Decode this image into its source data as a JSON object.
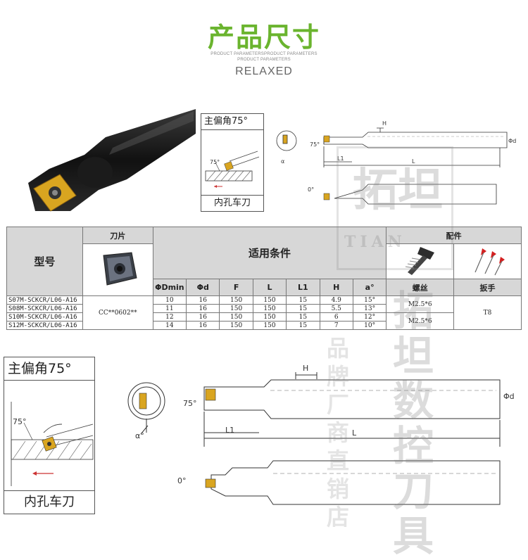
{
  "header": {
    "title": "产品尺寸",
    "sub_line_1": "PRODUCT PARAMETERSPRODUCT PARAMETERS",
    "sub_line_2": "PRODUCT PARAMETERS",
    "relaxed": "RELAXED"
  },
  "angle_box_small": {
    "title": "主偏角75°",
    "angle_label": "75°",
    "footer": "内孔车刀"
  },
  "angle_box_large": {
    "title": "主偏角75°",
    "angle_label": "75°",
    "footer": "内孔车刀"
  },
  "drawing_small": {
    "label_h": "H",
    "label_phi_d": "Φd",
    "label_l1": "L1",
    "label_l": "L",
    "label_75": "75°",
    "label_alpha": "α",
    "label_zero": "0°"
  },
  "drawing_large": {
    "label_h": "H",
    "label_phi_d": "Φd",
    "label_l1": "L1",
    "label_l": "L",
    "label_75": "75°",
    "label_alpha": "α°",
    "label_zero": "0°"
  },
  "table": {
    "col_model": "型号",
    "col_insert": "刀片",
    "col_conditions": "适用条件",
    "col_parts": "配件",
    "sub_headers": [
      "ΦDmin",
      "Φd",
      "F",
      "L",
      "L1",
      "H",
      "a°"
    ],
    "col_screw": "螺丝",
    "col_wrench": "扳手",
    "insert_code": "CC**0602**",
    "rows": [
      {
        "model": "S07M-SCKCR/L06-A16",
        "dmin": "10",
        "d": "16",
        "f": "150",
        "l": "150",
        "l1": "15",
        "h": "4.9",
        "a": "15°"
      },
      {
        "model": "S08M-SCKCR/L06-A16",
        "dmin": "11",
        "d": "16",
        "f": "150",
        "l": "150",
        "l1": "15",
        "h": "5.5",
        "a": "13°"
      },
      {
        "model": "S10M-SCKCR/L06-A16",
        "dmin": "12",
        "d": "16",
        "f": "150",
        "l": "150",
        "l1": "15",
        "h": "6",
        "a": "12°"
      },
      {
        "model": "S12M-SCKCR/L06-A16",
        "dmin": "14",
        "d": "16",
        "f": "150",
        "l": "150",
        "l1": "15",
        "h": "7",
        "a": "10°"
      }
    ],
    "screw_1": "M2.5*6",
    "screw_2": "M2.5*6",
    "wrench": "T8"
  },
  "watermark": {
    "line_a": "拓坦数控刀具",
    "line_b": "品牌厂商直销店",
    "logo_latin": "TIAN",
    "logo_cn": "拓坦"
  },
  "colors": {
    "title_green": "#6ab42e",
    "header_gray": "#d7d7d7",
    "insert_gold": "#d9a520",
    "bar_dark": "#1a1a1a",
    "wrench_red": "#d42020"
  }
}
